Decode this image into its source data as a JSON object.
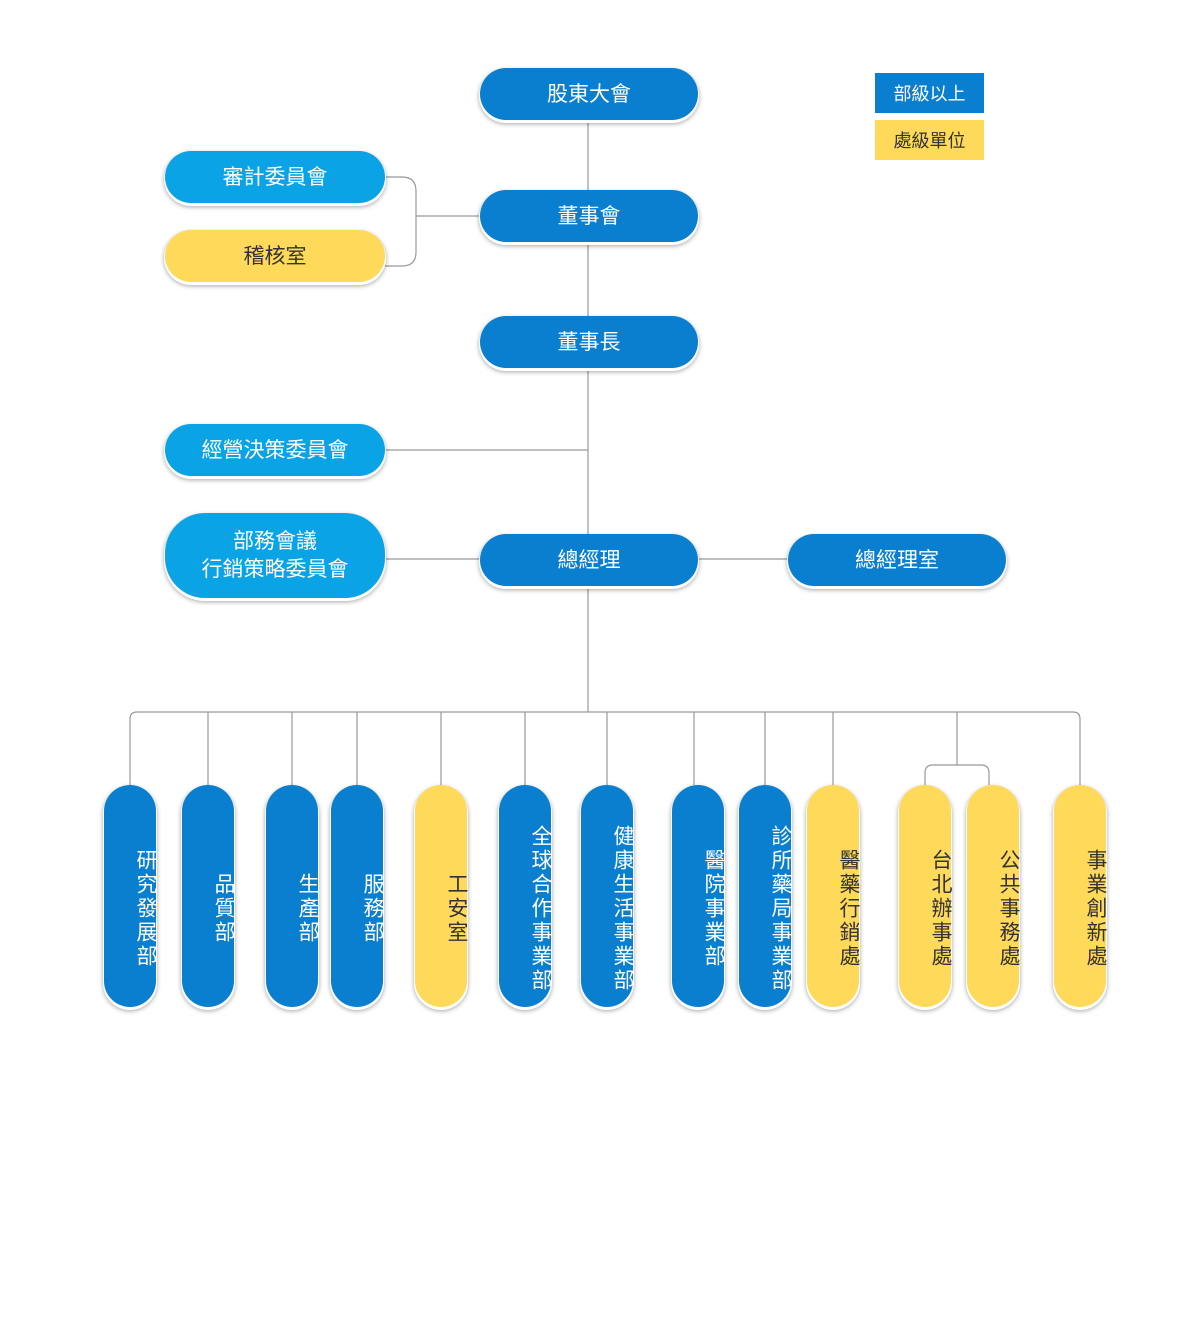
{
  "colors": {
    "department": "#0a7fcf",
    "committee": "#0aa3e6",
    "division": "#ffd95a",
    "line": "#999999"
  },
  "legend": {
    "department": "部級以上",
    "division": "處級單位"
  },
  "top": {
    "shareholders": "股東大會",
    "board": "董事會",
    "chairman": "董事長",
    "president": "總經理",
    "president_office": "總經理室"
  },
  "left": {
    "audit_committee": "審計委員會",
    "audit_office": "稽核室",
    "decision_committee": "經營決策委員會",
    "meeting_committee": "部務會議\n行銷策略委員會"
  },
  "units": [
    {
      "label": "研究發展部",
      "level": "department"
    },
    {
      "label": "品質部",
      "level": "department"
    },
    {
      "label": "生產部",
      "level": "department"
    },
    {
      "label": "服務部",
      "level": "department"
    },
    {
      "label": "工安室",
      "level": "division"
    },
    {
      "label": "全球合作事業部",
      "level": "department"
    },
    {
      "label": "健康生活事業部",
      "level": "department"
    },
    {
      "label": "醫院事業部",
      "level": "department"
    },
    {
      "label": "診所藥局事業部",
      "level": "department"
    },
    {
      "label": "醫藥行銷處",
      "level": "division"
    },
    {
      "label": "台北辦事處",
      "level": "division"
    },
    {
      "label": "公共事務處",
      "level": "division"
    },
    {
      "label": "事業創新處",
      "level": "division"
    }
  ]
}
